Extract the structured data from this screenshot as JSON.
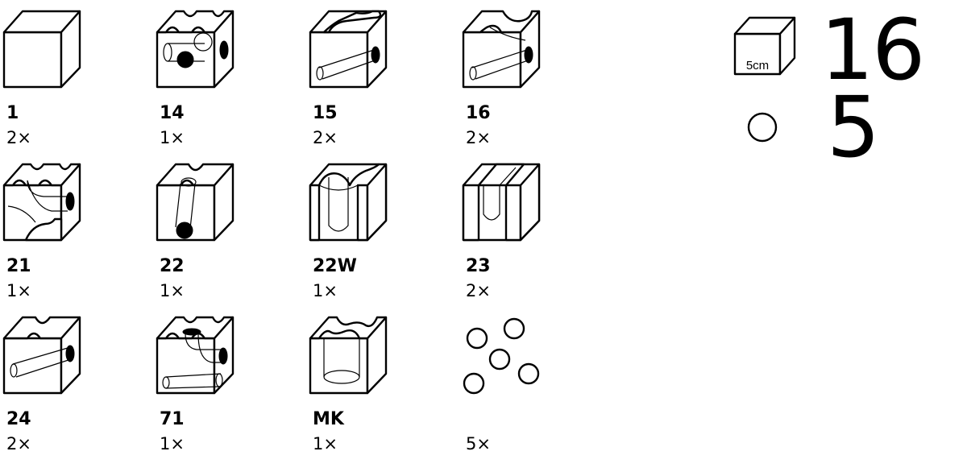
{
  "pieces": [
    {
      "code": "1",
      "qty": "2×",
      "icon": "plain-cube-icon"
    },
    {
      "code": "14",
      "qty": "1×",
      "icon": "cube-14-icon"
    },
    {
      "code": "15",
      "qty": "2×",
      "icon": "cube-15-icon"
    },
    {
      "code": "16",
      "qty": "2×",
      "icon": "cube-16-icon"
    },
    {
      "code": "21",
      "qty": "1×",
      "icon": "cube-21-icon"
    },
    {
      "code": "22",
      "qty": "1×",
      "icon": "cube-22-icon"
    },
    {
      "code": "22W",
      "qty": "1×",
      "icon": "cube-22w-icon"
    },
    {
      "code": "23",
      "qty": "2×",
      "icon": "cube-23-icon"
    },
    {
      "code": "24",
      "qty": "2×",
      "icon": "cube-24-icon"
    },
    {
      "code": "71",
      "qty": "1×",
      "icon": "cube-71-icon"
    },
    {
      "code": "MK",
      "qty": "1×",
      "icon": "cube-mk-icon"
    },
    {
      "code": "",
      "qty": "5×",
      "icon": "marbles-icon"
    }
  ],
  "summary": {
    "cube_label": "5cm",
    "cube_count": "16",
    "marble_count": "5",
    "cube_icon": "cube-icon",
    "marble_icon": "marble-icon"
  }
}
